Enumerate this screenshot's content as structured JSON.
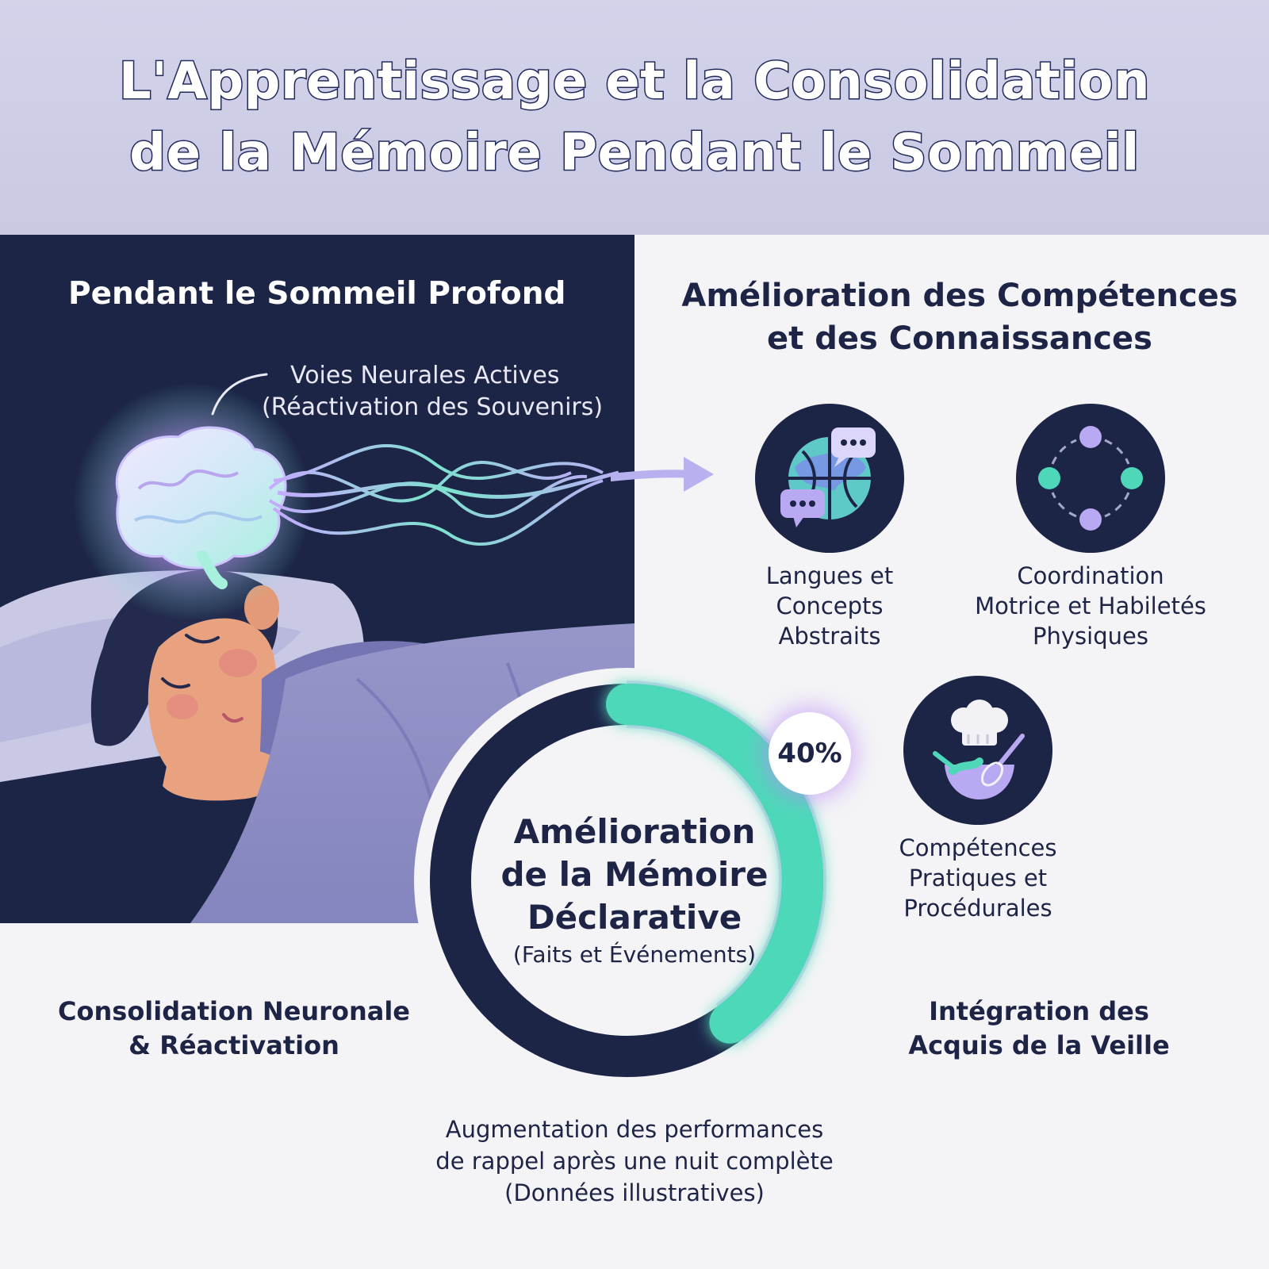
{
  "header": {
    "title_line1": "L'Apprentissage et la Consolidation",
    "title_line2": "de la Mémoire Pendant le Sommeil"
  },
  "scene": {
    "title": "Pendant le Sommeil Profond",
    "pathways_label_line1": "Voies Neurales Actives",
    "pathways_label_line2": "(Réactivation des Souvenirs)"
  },
  "skills": {
    "title_line1": "Amélioration des Compétences",
    "title_line2": "et des Connaissances",
    "items": [
      {
        "icon": "globe-speech-icon",
        "lines": [
          "Langues et",
          "Concepts",
          "Abstraits"
        ]
      },
      {
        "icon": "coordination-cycle-icon",
        "lines": [
          "Coordination",
          "Motrice et Habiletés",
          "Physiques"
        ]
      },
      {
        "icon": "chef-whisk-icon",
        "lines": [
          "Compétences",
          "Pratiques et",
          "Procédurales"
        ]
      }
    ]
  },
  "memory": {
    "percent_value": 40,
    "percent_label": "40%",
    "center_line1": "Amélioration",
    "center_line2": "de la Mémoire",
    "center_line3": "Déclarative",
    "center_sub": "(Faits et Événements)",
    "caption_line1": "Augmentation des performances",
    "caption_line2": "de rappel après une nuit complète",
    "caption_line3": "(Données illustratives)"
  },
  "side_labels": {
    "left_line1": "Consolidation Neuronale",
    "left_line2": "& Réactivation",
    "right_line1": "Intégration des",
    "right_line2": "Acquis de la Veille"
  },
  "colors": {
    "navy": "#1d2547",
    "teal": "#4ed8b9",
    "lavender": "#a99cf0",
    "header_bg": "#cfcfe7"
  }
}
